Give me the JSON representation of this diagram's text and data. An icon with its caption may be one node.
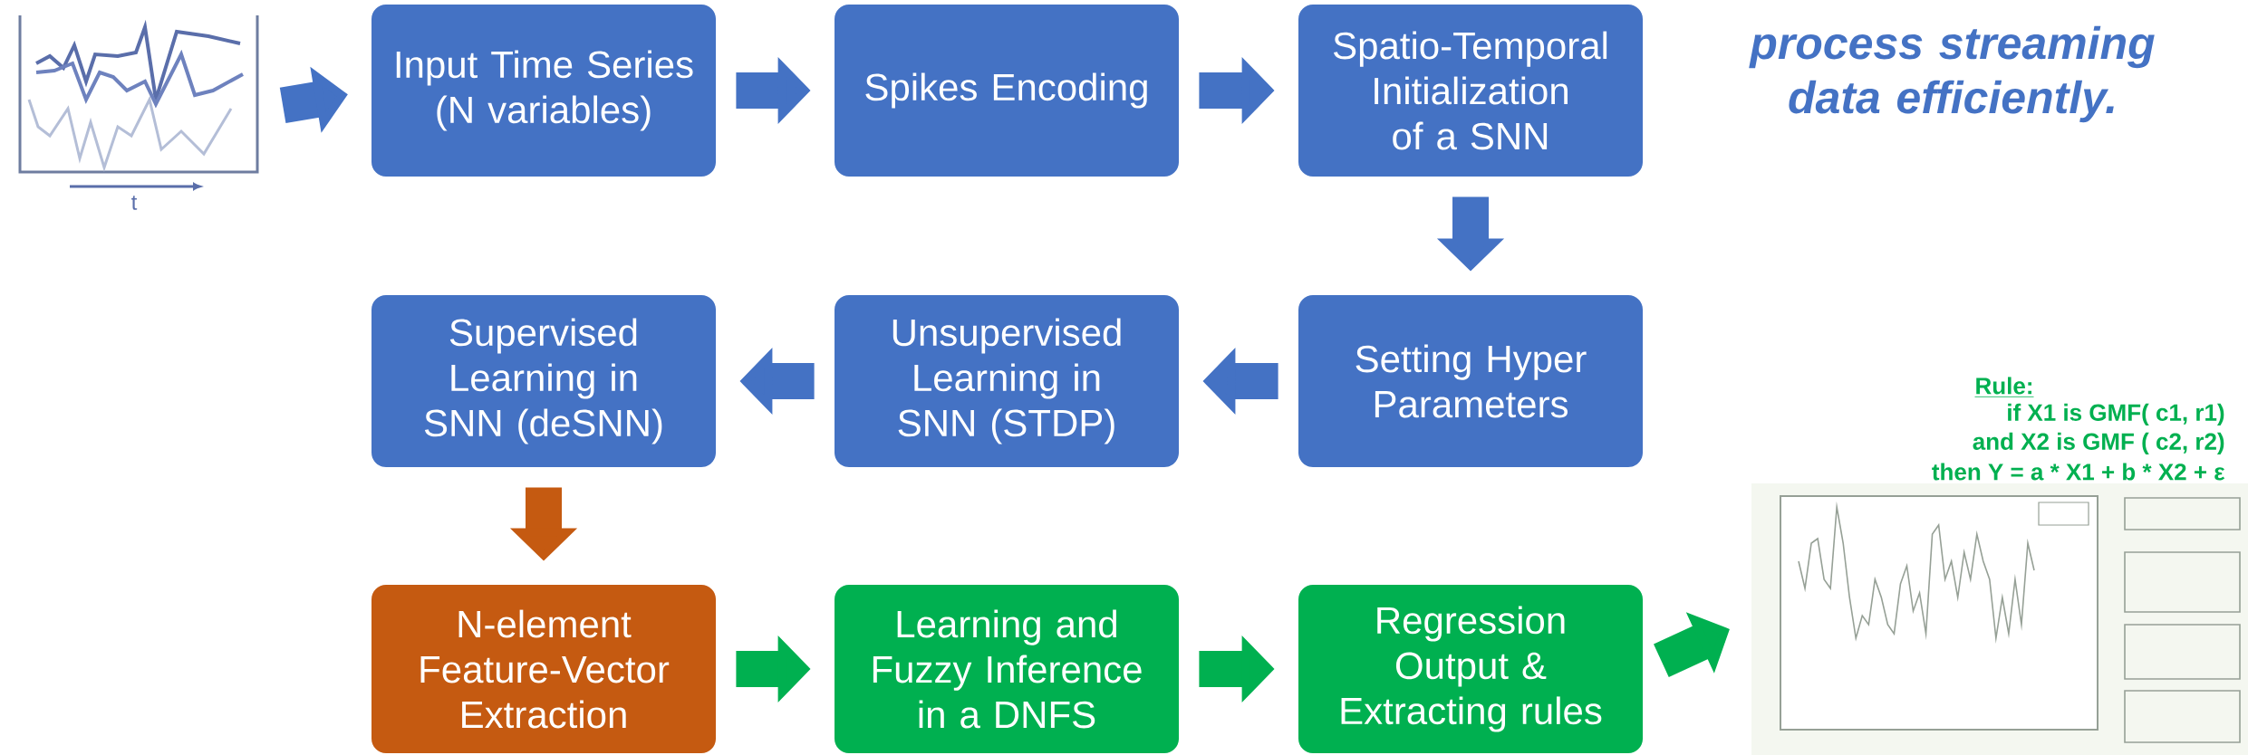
{
  "diagram": {
    "nodes": [
      {
        "text": [],
        "shape": "picture"
      },
      {
        "text": [
          "Input Time Series (N variables)"
        ]
      },
      {
        "text": [
          "Spikes Encoding"
        ]
      },
      {
        "text": [
          "Spatio-Temporal Initialization of a SNN"
        ]
      },
      {
        "text": [
          "Setting Hyper Parameters"
        ]
      },
      {
        "text": [
          "Unsupervised Learning in SNN (STDP)"
        ]
      },
      {
        "text": [
          "Supervised Learning in SNN (deSNN)"
        ]
      },
      {
        "text": [
          "N-element Feature-Vector Extraction"
        ]
      },
      {
        "text": [
          "Learning and Fuzzy Inference in a DNFS"
        ]
      },
      {
        "text": [
          "Regression Output & Extracting rules"
        ]
      },
      {
        "text": [],
        "shape": "picture"
      }
    ],
    "edges": [
      {
        "from": 0,
        "to": 1,
        "arrow": "to"
      },
      {
        "from": 1,
        "to": 2,
        "arrow": "to"
      },
      {
        "from": 2,
        "to": 3,
        "arrow": "to"
      },
      {
        "from": 3,
        "to": 4,
        "arrow": "to"
      },
      {
        "from": 4,
        "to": 5,
        "arrow": "to"
      },
      {
        "from": 5,
        "to": 6,
        "arrow": "to"
      },
      {
        "from": 6,
        "to": 7,
        "arrow": "to",
        "color": "#c55a11"
      },
      {
        "from": 7,
        "to": 8,
        "arrow": "to",
        "color": "#00b050"
      },
      {
        "from": 8,
        "to": 9,
        "arrow": "to",
        "color": "#00b050"
      },
      {
        "from": 9,
        "to": 10,
        "arrow": "to",
        "color": "#00b050"
      }
    ],
    "labels": [
      "process streaming data efficiently.",
      "t",
      "Rule:",
      "if X1 is GMF( c1, r1)",
      "and X2 is GMF ( c2, r2)",
      "then Y = a * X1 + b * X2 + ε"
    ]
  }
}
